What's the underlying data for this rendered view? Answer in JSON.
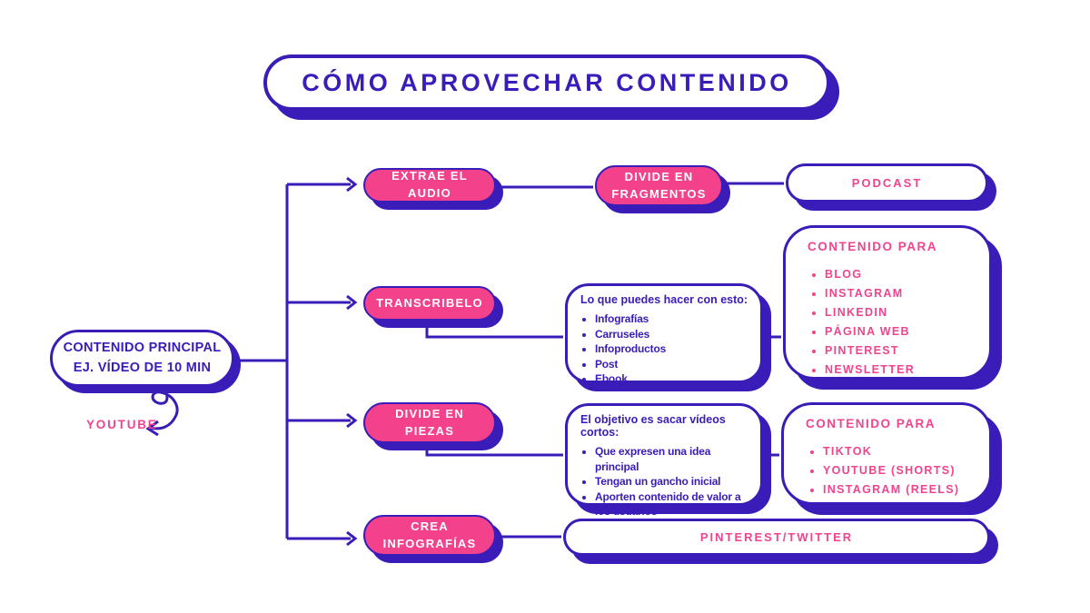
{
  "colors": {
    "purple": "#3a1cb8",
    "pink": "#f0448f",
    "pink_fill": "#f4418c"
  },
  "title": "CÓMO APROVECHAR CONTENIDO",
  "source": {
    "line1": "CONTENIDO PRINCIPAL",
    "line2": "EJ. VÍDEO DE 10 MIN",
    "platform": "YOUTUBE"
  },
  "actions": {
    "extract_audio": "EXTRAE EL AUDIO",
    "transcribe": "TRANSCRIBELO",
    "split_pieces": "DIVIDE EN PIEZAS",
    "create_infographics": "CREA INFOGRAFÍAS"
  },
  "audio_branch": {
    "step": "DIVIDE EN FRAGMENTOS",
    "output": "PODCAST"
  },
  "transcribe_branch": {
    "note_title": "Lo que puedes hacer con esto:",
    "note_items": [
      "Infografías",
      "Carruseles",
      "Infoproductos",
      "Post",
      "Ebook"
    ],
    "output_title": "CONTENIDO PARA",
    "output_items": [
      "BLOG",
      "INSTAGRAM",
      "LINKEDIN",
      "PÁGINA WEB",
      "PINTEREST",
      "NEWSLETTER"
    ]
  },
  "pieces_branch": {
    "note_title": "El objetivo es sacar vídeos cortos:",
    "note_items": [
      "Que expresen una idea principal",
      "Tengan un gancho inicial",
      "Aporten contenido de valor a los usuarios"
    ],
    "output_title": "CONTENIDO PARA",
    "output_items": [
      "TIKTOK",
      "YOUTUBE (SHORTS)",
      "INSTAGRAM (REELS)"
    ]
  },
  "infographics_branch": {
    "output": "PINTEREST/TWITTER"
  }
}
